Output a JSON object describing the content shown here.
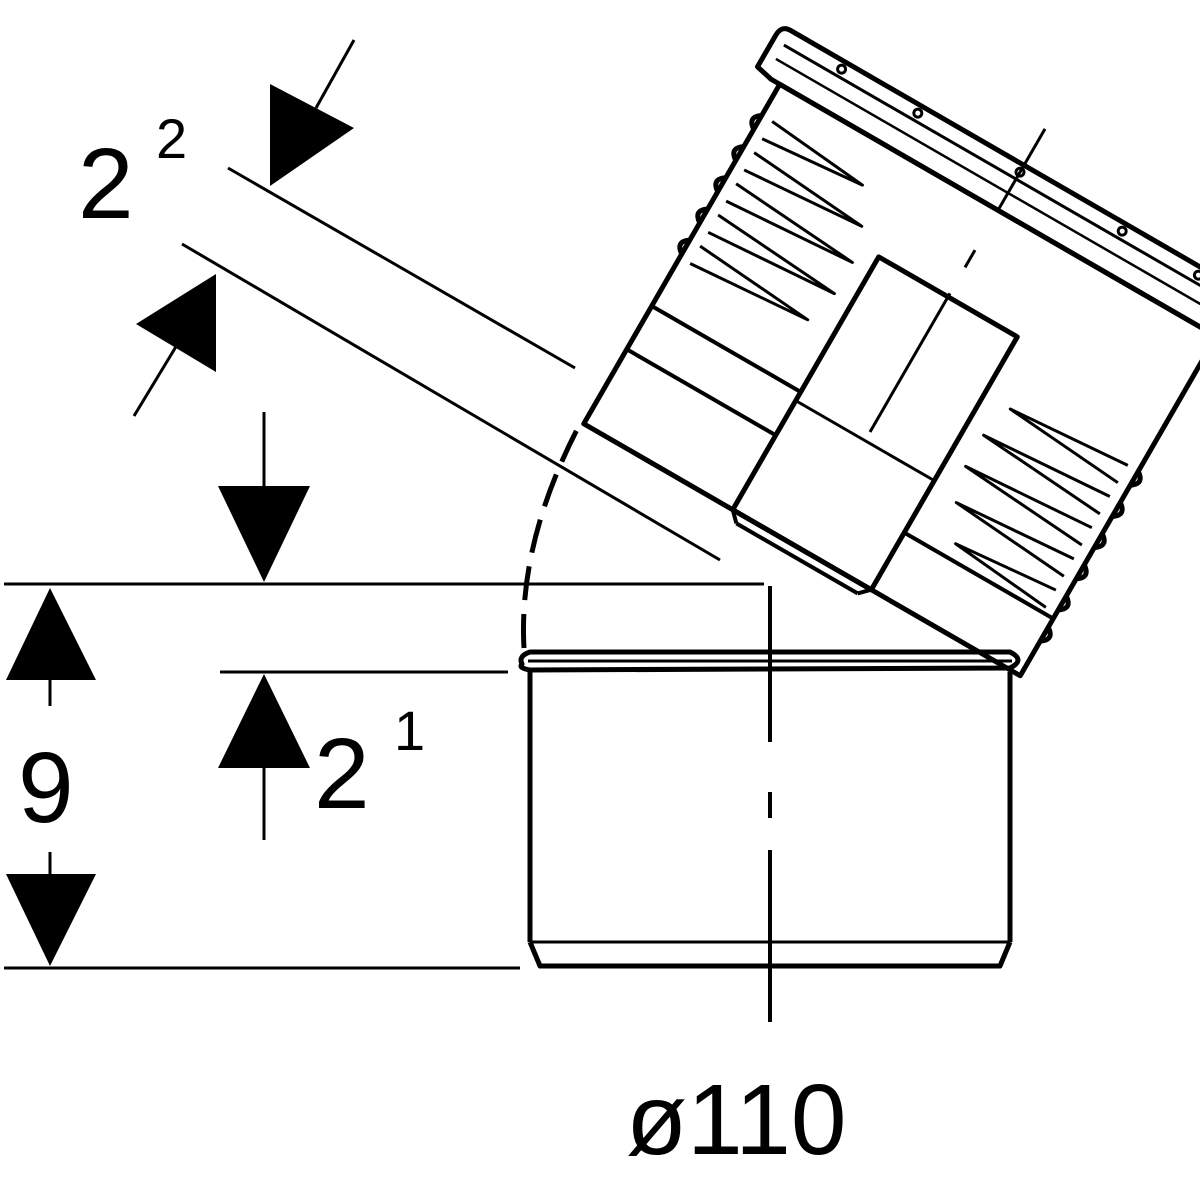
{
  "diagram": {
    "ink_color": "#000000",
    "background_color": "#ffffff",
    "dimensions": {
      "d22": {
        "base": "2",
        "sup": "2"
      },
      "d21": {
        "base": "2",
        "sup": "1"
      },
      "height": {
        "text": "9"
      },
      "diameter": {
        "text": "ø110"
      }
    }
  }
}
